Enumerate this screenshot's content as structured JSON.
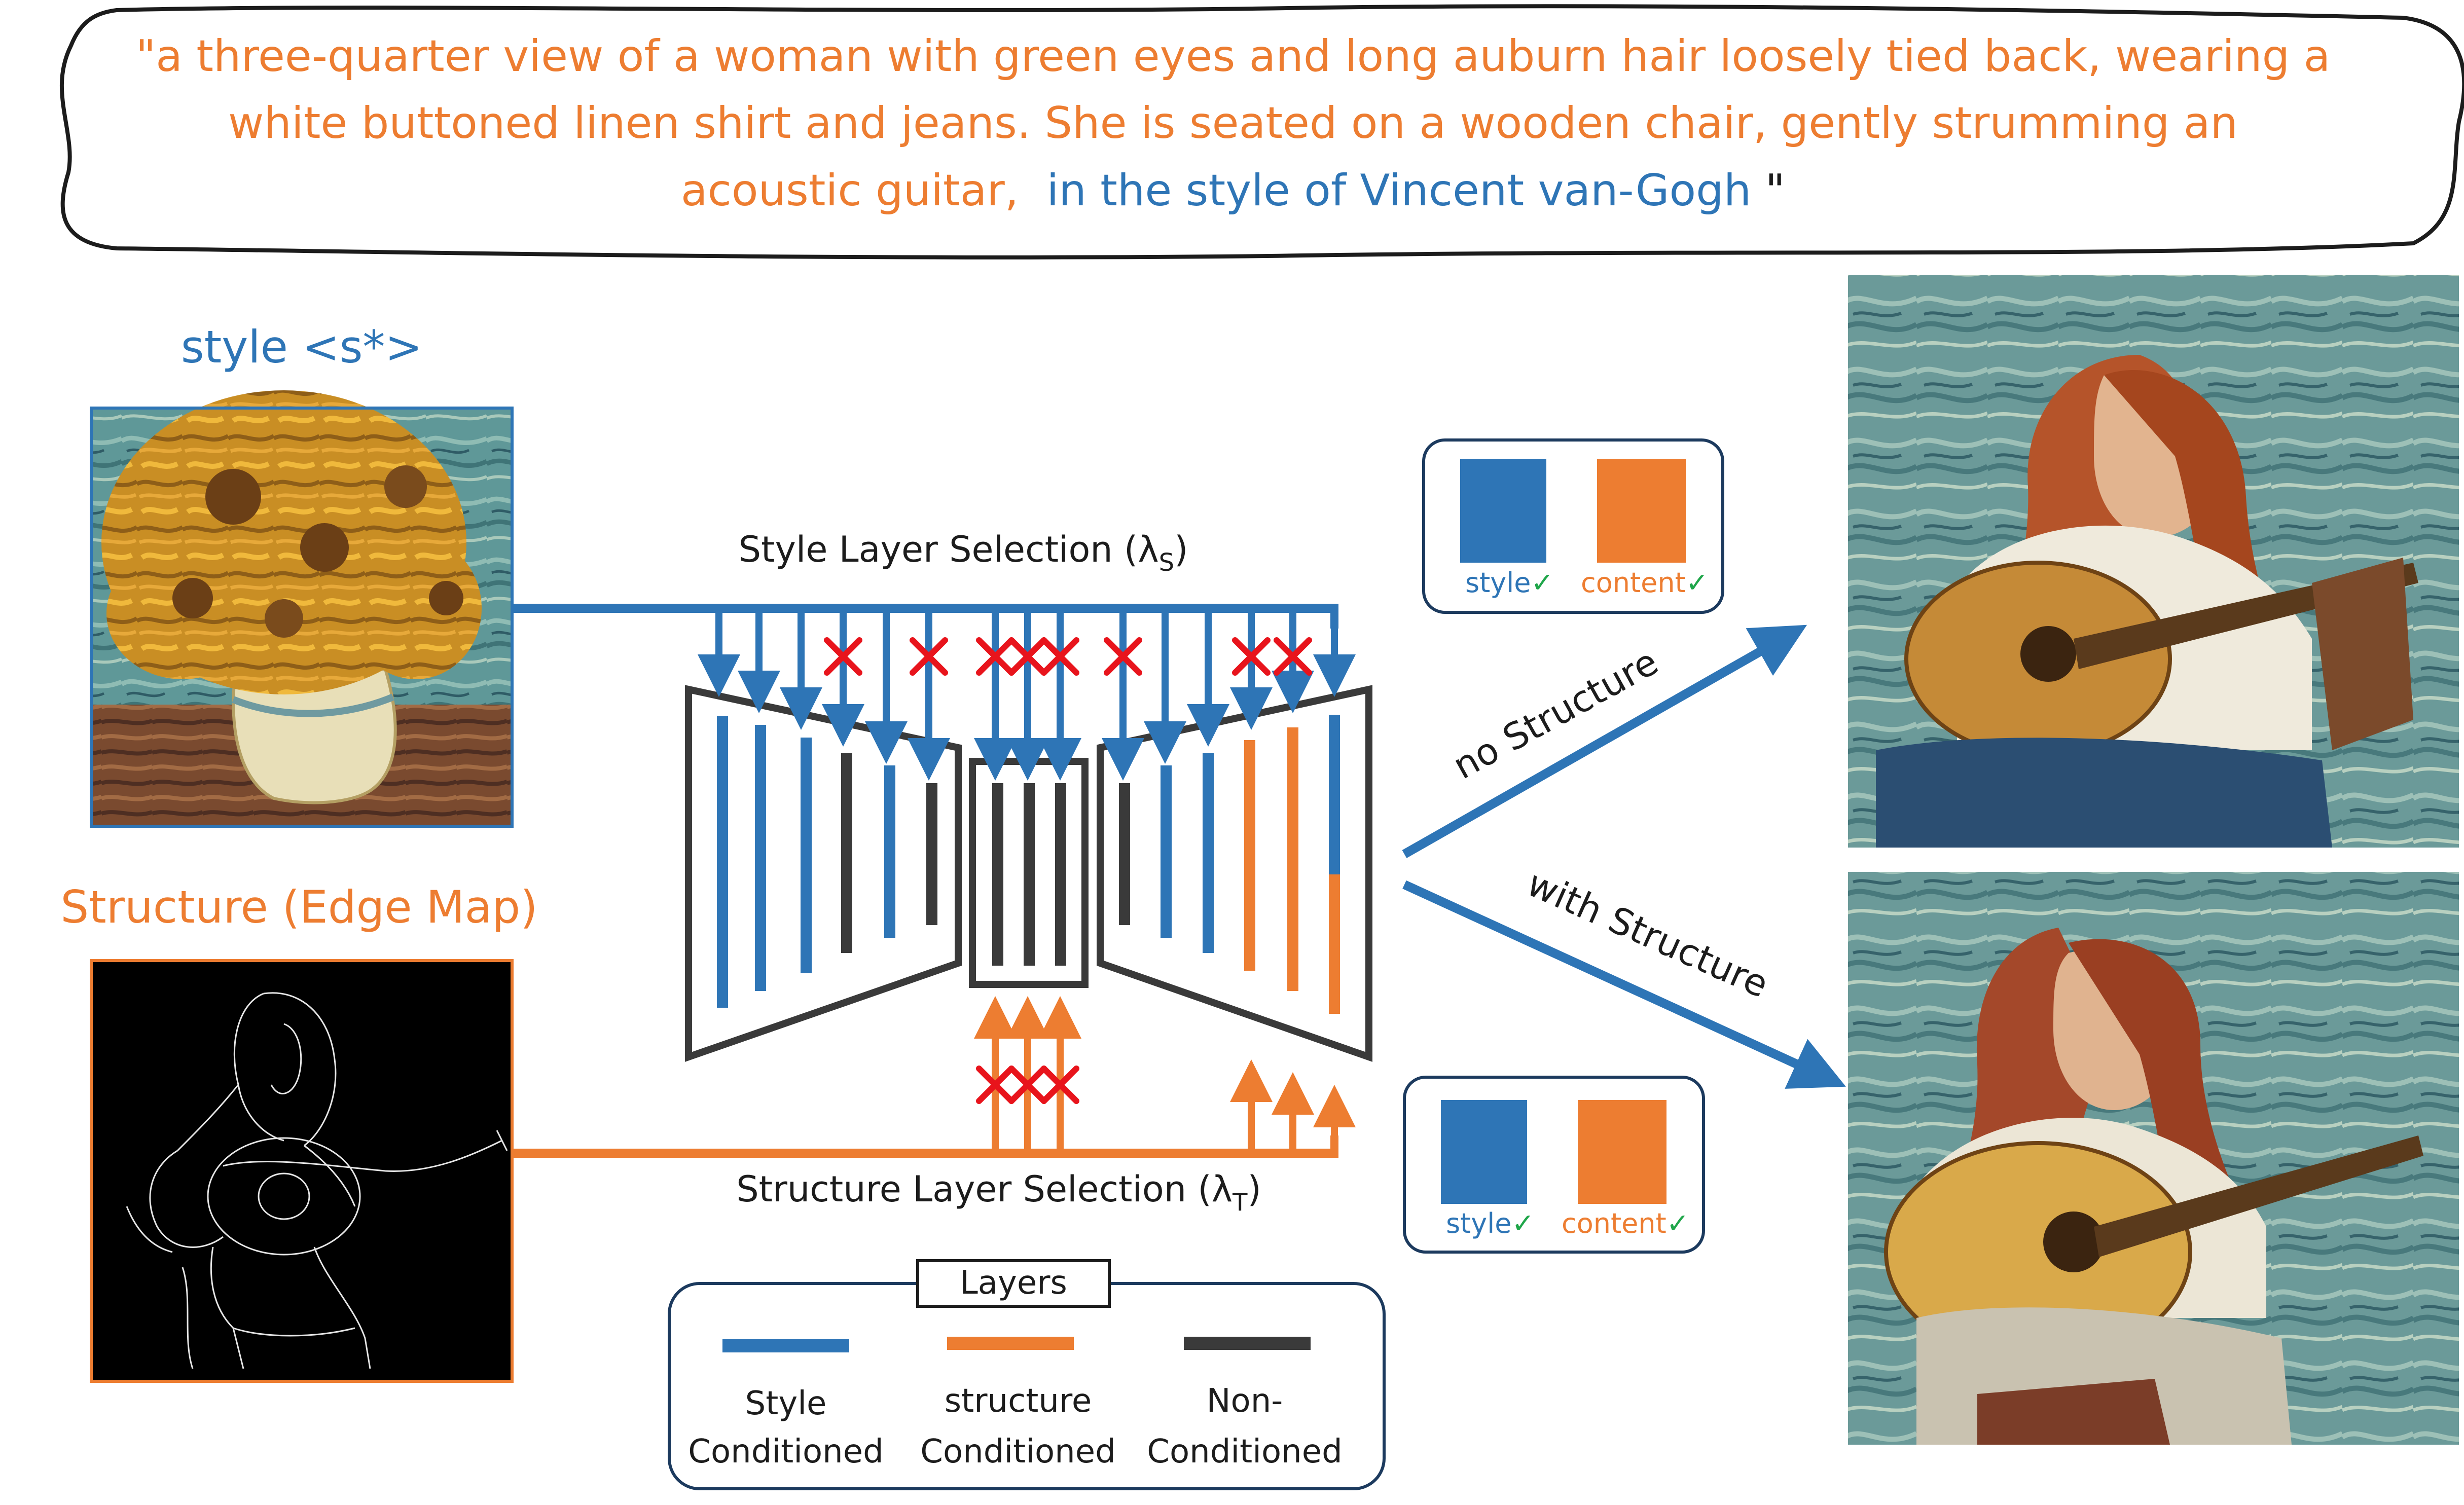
{
  "colors": {
    "style_blue": "#2e75b6",
    "structure_orange": "#ed7d31",
    "non_conditioned_dark": "#3a3a3a",
    "cross_red": "#e8141c",
    "check_green": "#1fa64a",
    "outline": "#1c1c1c"
  },
  "prompt": {
    "line1": "\"a three-quarter view of a woman with green eyes and long auburn hair loosely tied back, wearing a",
    "line2": "white buttoned linen shirt and jeans. She is seated on a wooden chair, gently strumming an",
    "line3_orange": "acoustic guitar,",
    "line3_blue": "in the style of Vincent van-Gogh",
    "line3_end": "\""
  },
  "style_label": "style <s*>",
  "structure_label": "Structure (Edge Map)",
  "style_selection_label": "Style Layer Selection (λ",
  "style_selection_sub": "S",
  "structure_selection_label": "Structure Layer Selection (λ",
  "structure_selection_sub": "T",
  "paren_close": ")",
  "branch_no": "no Structure",
  "branch_with": "with Structure",
  "badge": {
    "style": "style",
    "content": "content",
    "check": "✓"
  },
  "legend": {
    "title": "Layers",
    "style": [
      "Style",
      "Conditioned"
    ],
    "structure": [
      "structure",
      "Conditioned"
    ],
    "non": [
      "Non-",
      "Conditioned"
    ]
  },
  "icons": {
    "cross": "cross-icon",
    "check": "check-icon"
  }
}
